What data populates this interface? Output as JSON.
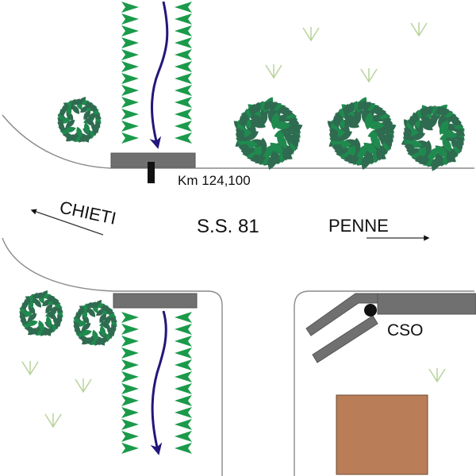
{
  "labels": {
    "km_marker": "Km 124,100",
    "road_name": "S.S. 81",
    "direction_left": "CHIETI",
    "direction_right": "PENNE",
    "cso": "CSO"
  },
  "colors": {
    "grass_teeth": "#1a9a4a",
    "flow_arrow": "#22177a",
    "bush_dark": "#2f6b50",
    "bush_light": "#1f8a4e",
    "grass_tuft": "#b7d39a",
    "concrete": "#707070",
    "building": "#b97d57",
    "road_edge": "#8a8a8a",
    "marker_post": "#111111"
  },
  "legend_items": [
    {
      "id": "upper-swale",
      "kind": "vegetated-channel"
    },
    {
      "id": "lower-swale",
      "kind": "vegetated-channel"
    },
    {
      "id": "cso-structure",
      "kind": "combined-sewer-overflow"
    },
    {
      "id": "building",
      "kind": "building"
    }
  ]
}
